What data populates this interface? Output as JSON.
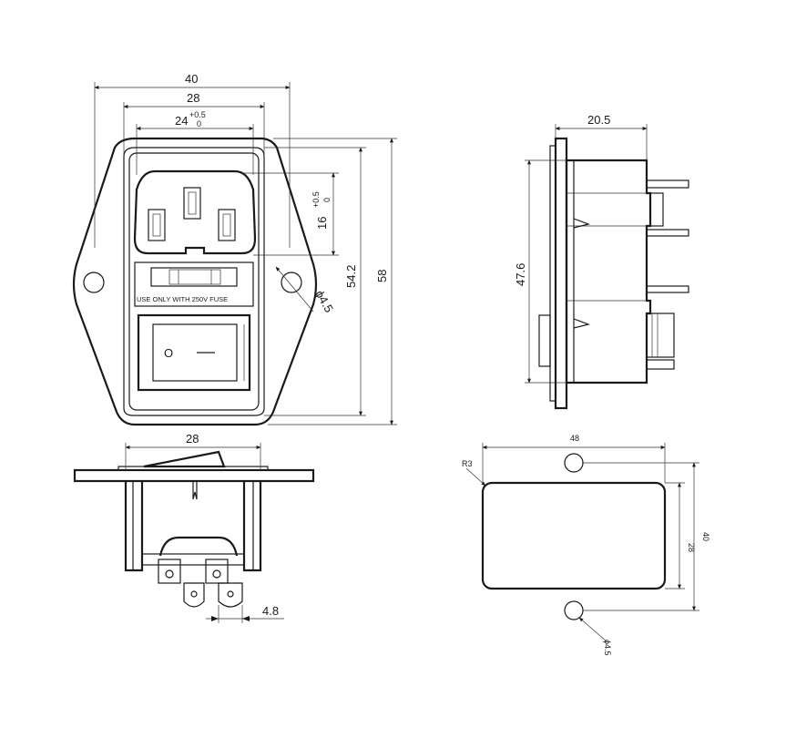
{
  "front_view": {
    "dims": {
      "width_40": "40",
      "width_28": "28",
      "width_24": "24",
      "tol_24_plus": "+0.5",
      "tol_24_zero": "0",
      "height_16": "16",
      "tol_16_plus": "+0.5",
      "tol_16_zero": "0",
      "height_54_2": "54.2",
      "height_58": "58",
      "hole_dia": "ϕ4.5"
    },
    "fuse_label": "USE ONLY WITH 250V FUSE",
    "switch_on_symbol": "I",
    "switch_off_symbol": "O"
  },
  "side_view": {
    "depth": "20.5",
    "height": "47.6"
  },
  "bottom_view": {
    "width": "28",
    "pin_width": "4.8"
  },
  "panel_cutout": {
    "hole_spacing": "48",
    "corner_radius": "R3",
    "cut_height": "28",
    "cut_width": "40",
    "hole_dia": "ϕ4.5"
  }
}
